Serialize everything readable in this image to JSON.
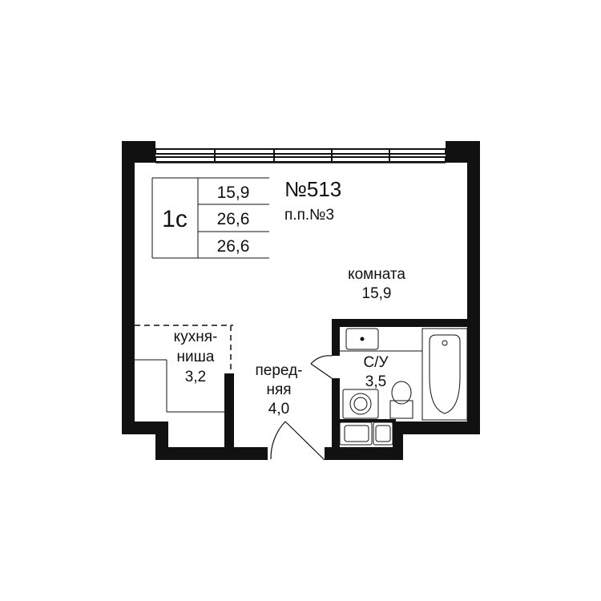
{
  "info_table": {
    "type": "1с",
    "areas": [
      "15,9",
      "26,6",
      "26,6"
    ]
  },
  "apartment": {
    "number": "№513",
    "entrance": "п.п.№3"
  },
  "rooms": {
    "room": {
      "name": "комната",
      "area": "15,9"
    },
    "kitchen": {
      "name_line1": "кухня-",
      "name_line2": "ниша",
      "area": "3,2"
    },
    "hallway": {
      "name_line1": "перед-",
      "name_line2": "няя",
      "area": "4,0"
    },
    "bathroom": {
      "name": "С/У",
      "area": "3,5"
    }
  },
  "colors": {
    "wall": "#111111",
    "background": "#ffffff",
    "line": "#111111"
  }
}
